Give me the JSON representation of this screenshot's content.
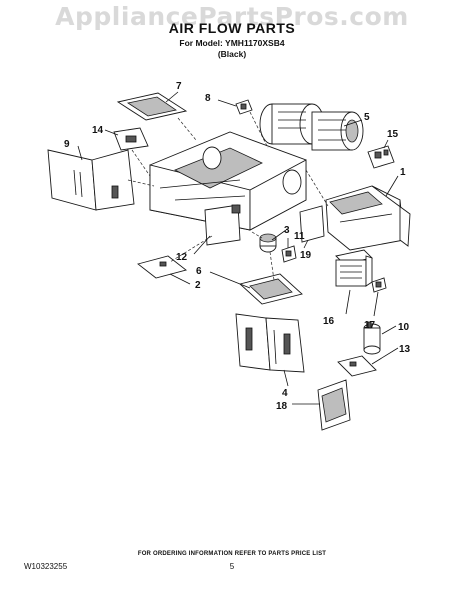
{
  "watermark": "AppliancePartsPros.com",
  "title": "AIR FLOW PARTS",
  "subtitle_model": "For Model: YMH1170XSB4",
  "subtitle_color": "(Black)",
  "callouts": [
    "1",
    "2",
    "3",
    "4",
    "5",
    "6",
    "7",
    "8",
    "9",
    "10",
    "11",
    "12",
    "13",
    "14",
    "15",
    "16",
    "17",
    "18",
    "19"
  ],
  "footer": {
    "ordering": "FOR ORDERING INFORMATION REFER TO PARTS PRICE LIST",
    "doc_number": "W10323255",
    "page": "5"
  }
}
